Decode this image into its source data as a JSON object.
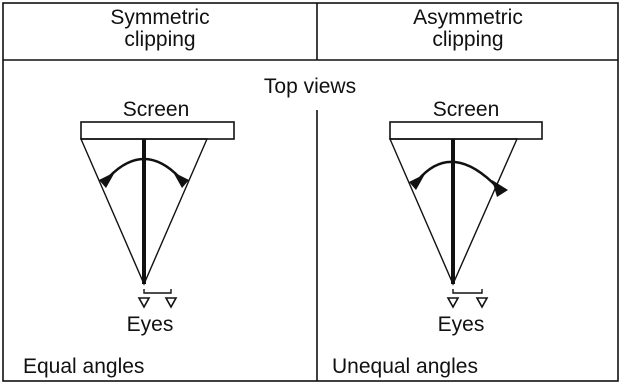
{
  "headers": {
    "left": "Symmetric\nclipping",
    "right": "Asymmetric\nclipping"
  },
  "subtitle": "Top views",
  "panels": [
    {
      "screen_label": "Screen",
      "eyes_label": "Eyes",
      "caption": "Equal angles",
      "angles": "equal"
    },
    {
      "screen_label": "Screen",
      "eyes_label": "Eyes",
      "caption": "Unequal angles",
      "angles": "unequal"
    }
  ]
}
